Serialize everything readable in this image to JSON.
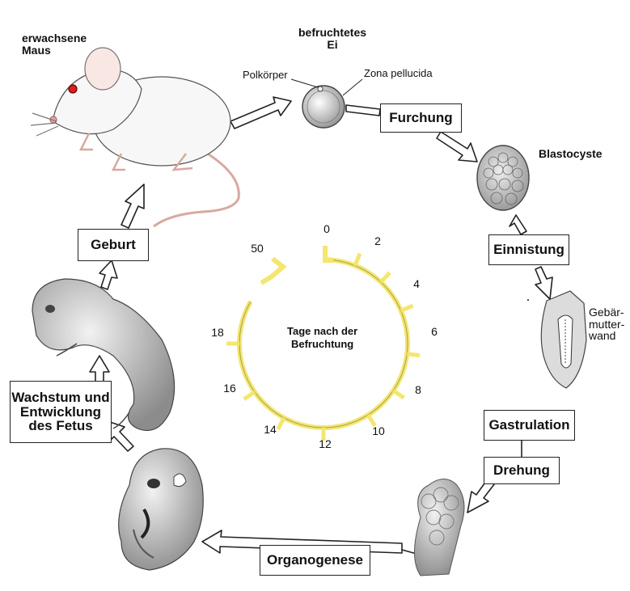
{
  "labels": {
    "adult_mouse": [
      "erwachsene",
      "Maus"
    ],
    "fertilized_egg": [
      "befruchtetes",
      "Ei"
    ],
    "polar_body": "Polkörper",
    "zona": "Zona pellucida",
    "blastocyst": "Blastocyste",
    "uterus_wall": [
      "Gebär-",
      "mutter-",
      "wand"
    ],
    "clock_center": [
      "Tage nach der",
      "Befruchtung"
    ]
  },
  "stages": {
    "furchung": "Furchung",
    "einnistung": "Einnistung",
    "gastrulation": "Gastrulation",
    "drehung": "Drehung",
    "organogenese": "Organogenese",
    "wachstum": [
      "Wachstum und",
      "Entwicklung",
      "des Fetus"
    ],
    "geburt": "Geburt"
  },
  "clock_days": [
    "0",
    "2",
    "4",
    "6",
    "8",
    "10",
    "12",
    "14",
    "16",
    "18",
    "50"
  ],
  "colors": {
    "clock": "#f4e66e",
    "clock_stroke": "#5a5a3a",
    "outline": "#222222"
  }
}
